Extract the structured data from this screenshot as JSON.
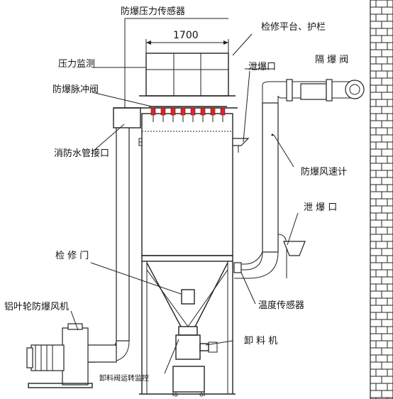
{
  "dimension": "1700",
  "labels": {
    "pressure_sensor": "防爆压力传感器",
    "platform": "检修平台、护栏",
    "pressure_monitor": "压力监测",
    "pulse_valve": "防爆脉冲阀",
    "vent_top": "泄爆口",
    "isolation_valve": "隔 爆 阀",
    "fire_pipe": "消防水管接口",
    "wind_meter": "防爆风速计",
    "vent_mid": "泄 爆 口",
    "access_door": "检 修 门",
    "fan": "铝叶轮防爆风机",
    "temp_sensor": "温度传感器",
    "discharger": "卸 料 机",
    "discharge_monitor": "卸料阀运转监控"
  },
  "colors": {
    "valve": "#d9262b",
    "line": "#222222"
  }
}
